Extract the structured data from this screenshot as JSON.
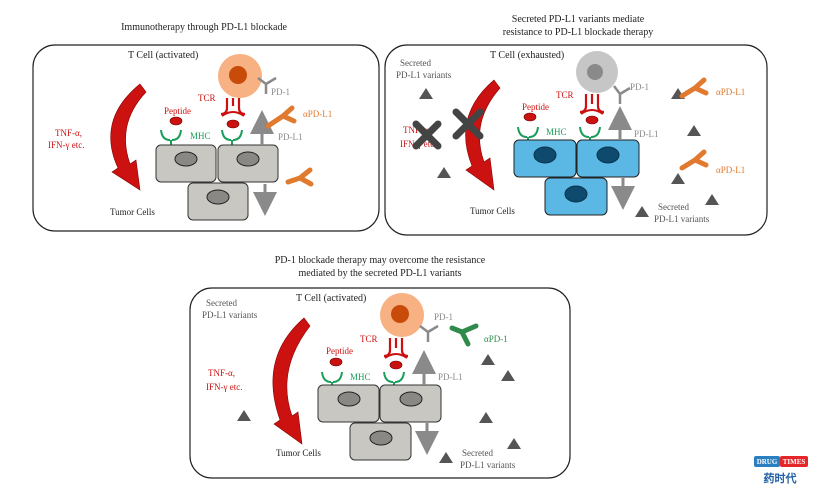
{
  "panels": [
    {
      "title_lines": [
        "Immunotherapy through PD-L1 blockade"
      ],
      "tcell_label": "T Cell (activated)",
      "pd1_label": "PD-1",
      "tcr_label": "TCR",
      "peptide_label": "Peptide",
      "mhc_label": "MHC",
      "pdl1_label": "PD-L1",
      "antibody_label": "αPD-L1",
      "cytokine_lines": [
        "TNF-α,",
        "IFN-γ etc."
      ],
      "tumor_label": "Tumor Cells"
    },
    {
      "title_lines": [
        "Secreted PD-L1 variants mediate",
        "resistance to PD-L1 blockade therapy"
      ],
      "tcell_label": "T Cell (exhausted)",
      "pd1_label": "PD-1",
      "tcr_label": "TCR",
      "peptide_label": "Peptide",
      "mhc_label": "MHC",
      "pdl1_label": "PD-L1",
      "antibody_label_top": "αPD-L1",
      "antibody_label_bottom": "αPD-L1",
      "cytokine_lines": [
        "TNF-α,",
        "IFN-γ etc."
      ],
      "tumor_label": "Tumor Cells",
      "secreted_top_lines": [
        "Secreted",
        "PD-L1 variants"
      ],
      "secreted_bottom_lines": [
        "Secreted",
        "PD-L1 variants"
      ]
    },
    {
      "title_lines": [
        "PD-1 blockade therapy may overcome the resistance",
        "mediated by the secreted PD-L1 variants"
      ],
      "tcell_label": "T Cell (activated)",
      "pd1_label": "PD-1",
      "tcr_label": "TCR",
      "peptide_label": "Peptide",
      "mhc_label": "MHC",
      "pdl1_label": "PD-L1",
      "antibody_label": "αPD-1",
      "cytokine_lines": [
        "TNF-α,",
        "IFN-γ etc."
      ],
      "tumor_label": "Tumor Cells",
      "secreted_top_lines": [
        "Secreted",
        "PD-L1 variants"
      ],
      "secreted_bottom_lines": [
        "Secreted",
        "PD-L1 variants"
      ]
    }
  ],
  "logo": {
    "line1_a": "DRUG",
    "line1_b": "TIMES",
    "line2": "药时代"
  },
  "colors": {
    "red": "#cc1111",
    "green": "#1a9e5a",
    "gray": "#8a8a8a",
    "orange_cell": "#f7b183",
    "orange_nucleus": "#c84b0a",
    "antibody_orange": "#e07a2e",
    "antibody_green": "#2e8b4a",
    "tumor_gray": "#c9c7c2",
    "tumor_blue": "#5bb7e3",
    "nucleus_blue": "#0d4a6e",
    "nucleus_gray": "#8a8884",
    "exhausted_cell": "#c6c6c6"
  }
}
